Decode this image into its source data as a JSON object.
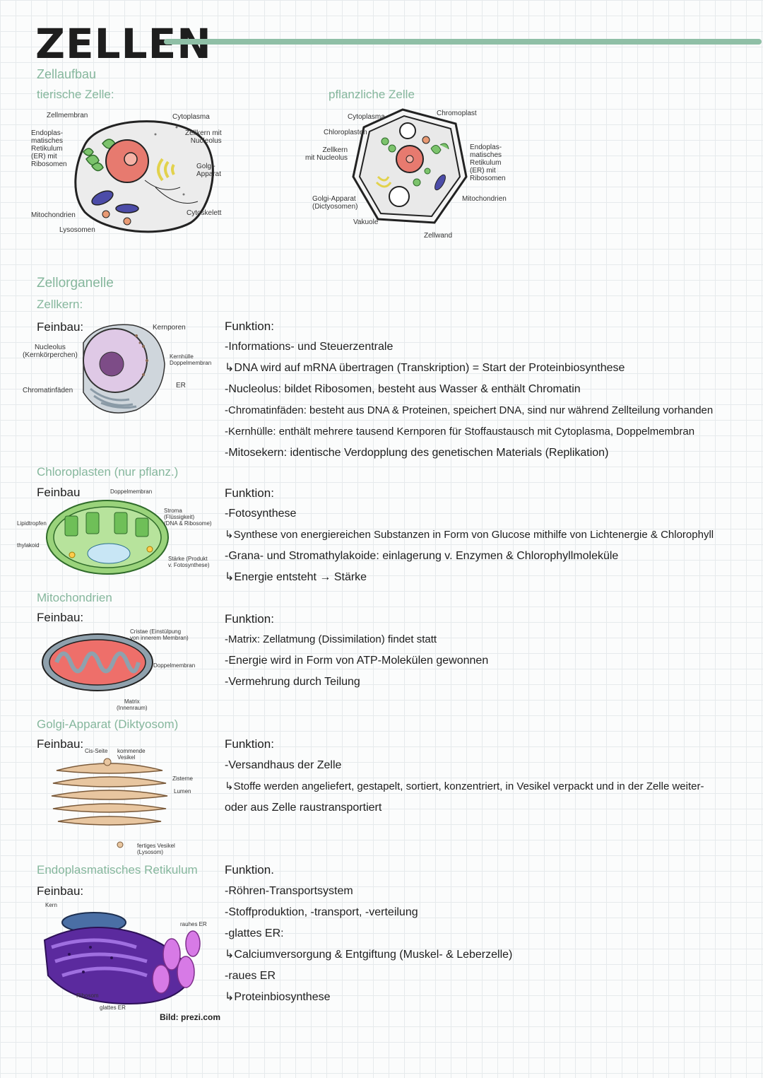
{
  "title": "ZELLEN",
  "sections": {
    "zellaufbau": "Zellaufbau",
    "tierische": "tierische Zelle:",
    "pflanzliche": "pflanzliche Zelle",
    "zellorganelle": "Zellorganelle",
    "zellkern": "Zellkern:",
    "chloroplasten": "Chloroplasten (nur pflanz.)",
    "mitochondrien": "Mitochondrien",
    "golgi": "Golgi-Apparat (Diktyosom)",
    "er": "Endoplasmatisches Retikulum"
  },
  "feinbau": "Feinbau:",
  "feinbau_no_colon": "Feinbau",
  "funktion": "Funktion:",
  "funktion_dot": "Funktion.",
  "animal_cell_labels": {
    "zellmembran": "Zellmembran",
    "cytoplasma": "Cytoplasma",
    "er": "Endoplas-\nmatisches\nRetikulum\n(ER) mit\nRibosomen",
    "zellkern": "Zellkern mit\nNucleolus",
    "golgi": "Golgi-\nApparat",
    "mito": "Mitochondrien",
    "lyso": "Lysosomen",
    "cyto": "Cytoskelett"
  },
  "plant_cell_labels": {
    "cytoplasma": "Cytoplasma",
    "chromoplast": "Chromoplast",
    "chloroplasten": "Chloroplasten",
    "zellkern": "Zellkern\nmit Nucleolus",
    "er": "Endoplas-\nmatisches\nRetikulum\n(ER) mit\nRibosomen",
    "mito": "Mitochondrien",
    "golgi": "Golgi-Apparat\n(Dictyosomen)",
    "vakuole": "Vakuole",
    "zellwand": "Zellwand"
  },
  "nucleus_labels": {
    "kernporen": "Kernporen",
    "nucleolus": "Nucleolus\n(Kernkörperchen)",
    "kernhuelle": "Kernhülle\nDoppelmembran",
    "er": "ER",
    "chromatin": "Chromatinfäden"
  },
  "nucleus_funktion": [
    "-Informations- und Steuerzentrale",
    "↳DNA wird auf mRNA übertragen (Transkription) = Start der Proteinbiosynthese",
    "-Nucleolus: bildet Ribosomen, besteht aus Wasser & enthält Chromatin",
    "-Chromatinfäden: besteht aus DNA & Proteinen, speichert DNA, sind nur während Zellteilung vorhanden",
    "-Kernhülle: enthält mehrere tausend Kernporen für Stoffaustausch mit Cytoplasma, Doppelmembran",
    "-Mitosekern: identische Verdopplung des genetischen Materials (Replikation)"
  ],
  "chloro_labels": {
    "doppelmembran": "Doppelmembran",
    "stroma": "Stroma\n(Flüssigkeit)\n(DNA & Ribosome)",
    "lipid": "Lipidtropfen",
    "thylakoid": "thylakoid",
    "staerke": "Stärke (Produkt\nv. Fotosynthese)"
  },
  "chloro_funktion": [
    "-Fotosynthese",
    "↳Synthese von energiereichen Substanzen in Form von Glucose mithilfe von Lichtenergie & Chlorophyll",
    "-Grana- und Stromathylakoide: einlagerung v. Enzymen & Chlorophyllmoleküle",
    "↳Energie entsteht → Stärke"
  ],
  "mito_labels": {
    "cristae": "Cristae (Einstülpung\nvon innerem Membran)",
    "doppelmembran": "Doppelmembran",
    "matrix": "Matrix\n(Innenraum)"
  },
  "mito_funktion": [
    "-Matrix: Zellatmung (Dissimilation) findet statt",
    "-Energie wird in Form von ATP-Molekülen gewonnen",
    "-Vermehrung durch Teilung"
  ],
  "golgi_labels": {
    "cis": "Cis-Seite",
    "kommende": "kommende\nVesikel",
    "zisterne": "Zisterne",
    "lumen": "Lumen",
    "fertig": "fertiges Vesikel\n(Lysosom)"
  },
  "golgi_funktion": [
    "-Versandhaus der Zelle",
    "↳Stoffe werden angeliefert, gestapelt, sortiert, konzentriert, in Vesikel verpackt und in der Zelle weiter-",
    "oder aus Zelle raustransportiert"
  ],
  "er_labels": {
    "kern": "Kern",
    "rauhes": "rauhes ER",
    "ribosom": "Ribosom",
    "glattes": "glattes ER",
    "credit": "Bild: prezi.com"
  },
  "er_funktion": [
    "-Röhren-Transportsystem",
    "-Stoffproduktion, -transport, -verteilung",
    "-glattes ER:",
    "↳Calciumversorgung & Entgiftung (Muskel- & Leberzelle)",
    "-raues ER",
    "↳Proteinbiosynthese"
  ],
  "colors": {
    "accent": "#86b79d",
    "highlight": "#cfe9da",
    "rule": "#8fbfa6"
  }
}
